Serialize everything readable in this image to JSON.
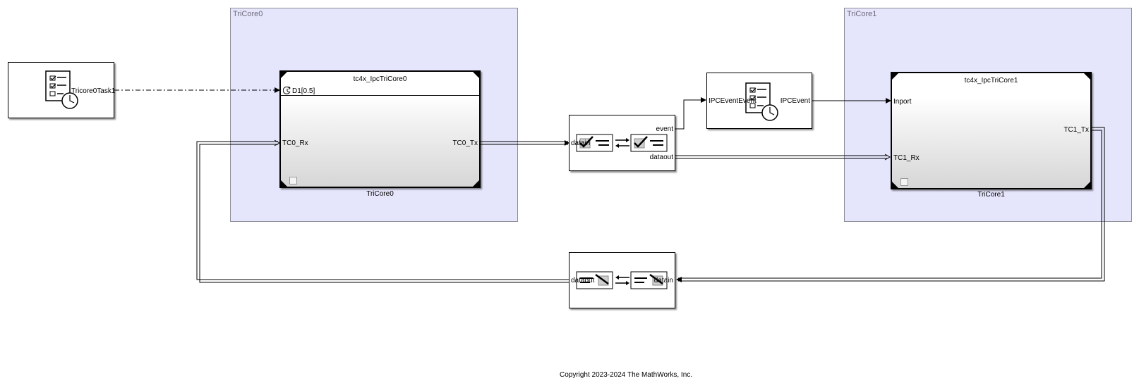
{
  "areas": {
    "tricore0": {
      "label": "TriCore0"
    },
    "tricore1": {
      "label": "TriCore1"
    }
  },
  "task_block": {
    "port_label": "Tricore0Task1"
  },
  "model0": {
    "title": "tc4x_IpcTriCore0",
    "trigger_label": "D1[0.5]",
    "in_port": "TC0_Rx",
    "out_port": "TC0_Tx",
    "caption": "TriCore0"
  },
  "model1": {
    "title": "tc4x_IpcTriCore1",
    "in_event": "Inport",
    "in_port": "TC1_Rx",
    "out_port": "TC1_Tx",
    "caption": "TriCore1"
  },
  "ipc_send": {
    "in_port": "datain",
    "out_event": "event",
    "out_data": "dataout"
  },
  "ipc_event_block": {
    "in_port": "IPCEventEvent",
    "out_port": "IPCEvent"
  },
  "ipc_receive": {
    "in_port": "datain",
    "out_port": "dataout"
  },
  "footer": {
    "copyright": "Copyright 2023-2024 The MathWorks, Inc."
  },
  "colors": {
    "area_fill": "#e5e5fb",
    "area_border": "#8c8c96",
    "line": "#000000"
  }
}
